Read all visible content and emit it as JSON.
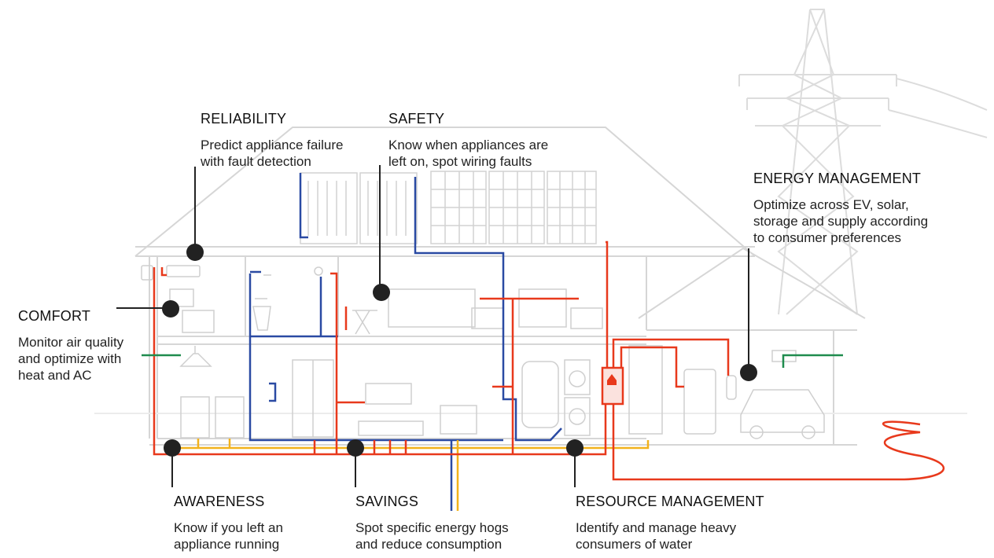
{
  "colors": {
    "house_line": "#d6d6d6",
    "power_line": "#e8391c",
    "water_line": "#2a4aa3",
    "gas_line": "#f2b21c",
    "ground_line": "#1f8c4e",
    "marker": "#222222",
    "tower_line": "#dcdcdc"
  },
  "callouts": {
    "reliability": {
      "title": "RELIABILITY",
      "desc": [
        "Predict appliance failure",
        "with fault detection"
      ]
    },
    "safety": {
      "title": "SAFETY",
      "desc": [
        "Know when appliances are",
        "left on, spot wiring faults"
      ]
    },
    "energy_management": {
      "title": "ENERGY MANAGEMENT",
      "desc": [
        "Optimize across EV, solar,",
        "storage and supply according",
        "to consumer preferences"
      ]
    },
    "comfort": {
      "title": "COMFORT",
      "desc": [
        "Monitor air quality",
        "and optimize with",
        "heat and AC"
      ]
    },
    "awareness": {
      "title": "AWARENESS",
      "desc": [
        "Know if you left an",
        "appliance running"
      ]
    },
    "savings": {
      "title": "SAVINGS",
      "desc": [
        "Spot specific energy hogs",
        "and reduce consumption"
      ]
    },
    "resource_management": {
      "title": "RESOURCE MANAGEMENT",
      "desc": [
        "Identify and manage heavy",
        "consumers of water"
      ]
    }
  }
}
